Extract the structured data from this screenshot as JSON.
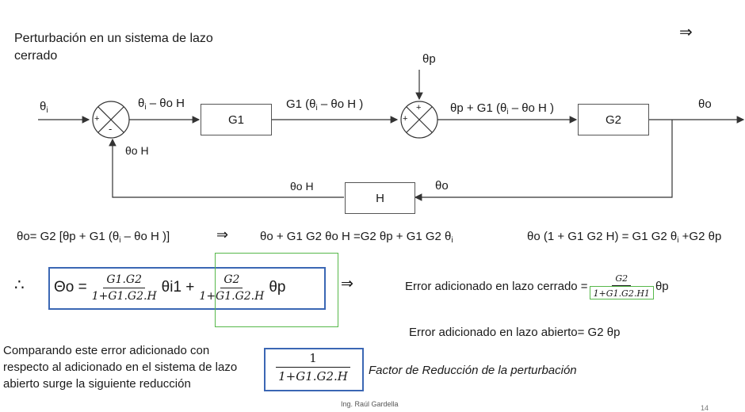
{
  "title": "Perturbación en un sistema de lazo cerrado",
  "implies": "⇒",
  "therefore": "∴",
  "signals": {
    "theta_i": "θ",
    "theta_i_sub": "i",
    "error_a": "θ",
    "error_i_sub": "i",
    "error_b": " – θo H",
    "g1_out_a": "G1 (θ",
    "g1_out_b": " – θo H )",
    "theta_p": "θp",
    "sum2_out_a": "θp + G1 (θ",
    "sum2_out_b": " – θo H )",
    "theta_o": "θo",
    "feedback_top": "θo H",
    "feedback_in": "θo",
    "feedback_sum": "θo H"
  },
  "blocks": {
    "g1": "G1",
    "g2": "G2",
    "h": "H"
  },
  "signs": {
    "plus": "+",
    "minus": "-"
  },
  "equations": {
    "eq1": "θo= G2 [θp + G1 (θ",
    "eq1_sub": "i",
    "eq1_end": " – θo H )]",
    "eq2": "θo + G1 G2 θo H =G2 θp + G1 G2 θ",
    "eq2_sub": "i",
    "eq3": "θo (1 + G1 G2 H) = G1 G2 θ",
    "eq3_sub": "i",
    "eq3_end": " +G2 θp"
  },
  "main_result": {
    "lhs": "Θo = ",
    "frac1_num": "G1.G2",
    "frac1_den": "1+G1.G2.H",
    "term1": " θi1 + ",
    "frac2_num": "G2",
    "frac2_den": "1+G1.G2.H",
    "term2": " θp"
  },
  "closed_loop": {
    "label": "Error adicionado en lazo cerrado =",
    "num": "G2",
    "den": "1+G1.G2.H1",
    "tail": "θp"
  },
  "open_loop": "Error adicionado en lazo abierto= G2 θp",
  "comparison": "Comparando este error adicionado con respecto al adicionado en el sistema de lazo abierto surge la siguiente reducción",
  "factor": {
    "num": "1",
    "den": "1+G1.G2.H",
    "label": "Factor de Reducción de la perturbación"
  },
  "footer": "Ing. Raúl Gardella",
  "page_number": "14"
}
